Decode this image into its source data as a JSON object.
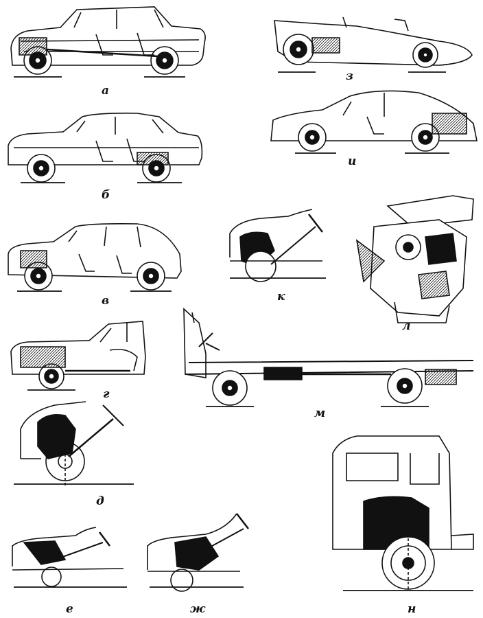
{
  "figure": {
    "panels": [
      {
        "id": "a",
        "label": "а"
      },
      {
        "id": "b",
        "label": "б"
      },
      {
        "id": "v",
        "label": "в"
      },
      {
        "id": "g",
        "label": "г"
      },
      {
        "id": "d",
        "label": "д"
      },
      {
        "id": "e",
        "label": "е"
      },
      {
        "id": "zh",
        "label": "ж"
      },
      {
        "id": "z",
        "label": "з"
      },
      {
        "id": "i",
        "label": "и"
      },
      {
        "id": "k",
        "label": "к"
      },
      {
        "id": "l",
        "label": "л"
      },
      {
        "id": "m",
        "label": "м"
      },
      {
        "id": "n",
        "label": "н"
      }
    ]
  },
  "colors": {
    "ink": "#111111",
    "fill": "#ffffff"
  }
}
